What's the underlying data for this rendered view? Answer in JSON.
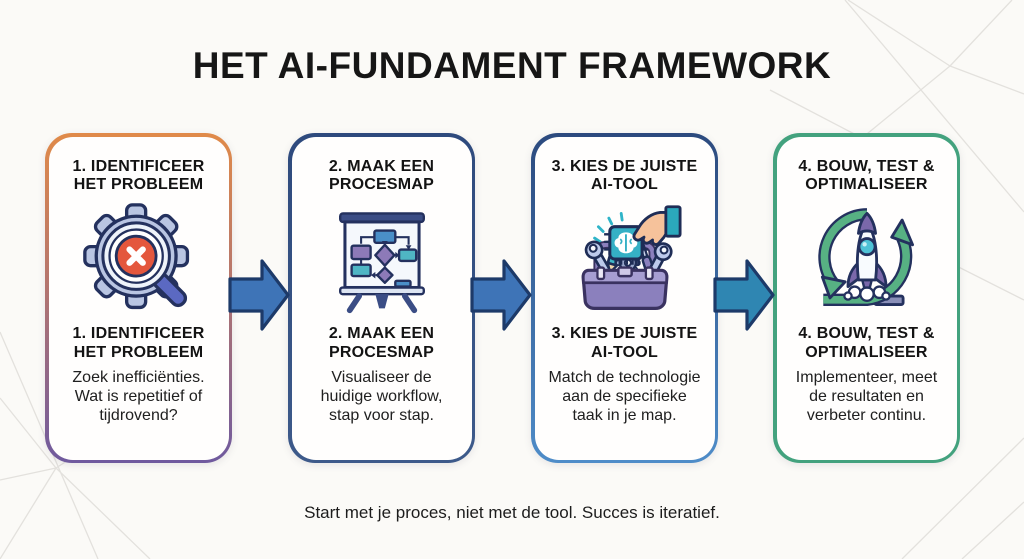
{
  "page": {
    "title": "HET AI-FUNDAMENT FRAMEWORK",
    "footer": "Start met je proces, niet met de tool. Succes is iteratief."
  },
  "steps": [
    {
      "title_lines": [
        "1. IDENTIFICEER",
        "HET PROBLEEM"
      ],
      "desc_lines": [
        "Zoek inefficiënties.",
        "Wat is repetitief of",
        "tijdrovend?"
      ],
      "icon": "gear-magnifier-error-icon",
      "border_top_color": "#e08a49",
      "border_bottom_color": "#6f5a9e"
    },
    {
      "title_lines": [
        "2. MAAK EEN",
        "PROCESMAP"
      ],
      "desc_lines": [
        "Visualiseer de",
        "huidige workflow,",
        "stap voor stap."
      ],
      "icon": "flowchart-easel-icon",
      "border_top_color": "#2e4a7d",
      "border_bottom_color": "#3d5a8a"
    },
    {
      "title_lines": [
        "3. KIES DE JUISTE",
        "AI-TOOL"
      ],
      "desc_lines": [
        "Match de technologie",
        "aan de specifieke",
        "taak in je map."
      ],
      "icon": "toolbox-ai-chip-icon",
      "border_top_color": "#2c4a7e",
      "border_bottom_color": "#4e8cc8"
    },
    {
      "title_lines": [
        "4. BOUW, TEST &",
        "OPTIMALISEER"
      ],
      "desc_lines": [
        "Implementeer, meet",
        "de resultaten en",
        "verbeter continu."
      ],
      "icon": "rocket-iteration-cycle-icon",
      "border_top_color": "#43a27e",
      "border_bottom_color": "#43a27e"
    }
  ],
  "arrows": [
    {
      "icon": "block-arrow-right-icon",
      "fill": "#3e74b7"
    },
    {
      "icon": "block-arrow-right-icon",
      "fill": "#3e74b7"
    },
    {
      "icon": "block-arrow-right-icon",
      "fill": "#2f86b2"
    }
  ],
  "colors": {
    "background": "#fbfaf7",
    "card_background": "#fffefd",
    "title_text": "#161616",
    "body_text": "#202020",
    "arrow_outline": "#1d3a69",
    "error_red": "#e4573d",
    "teal_accent": "#35b0c5",
    "purple_accent": "#8b80bd",
    "green_cycle": "#57b183"
  }
}
